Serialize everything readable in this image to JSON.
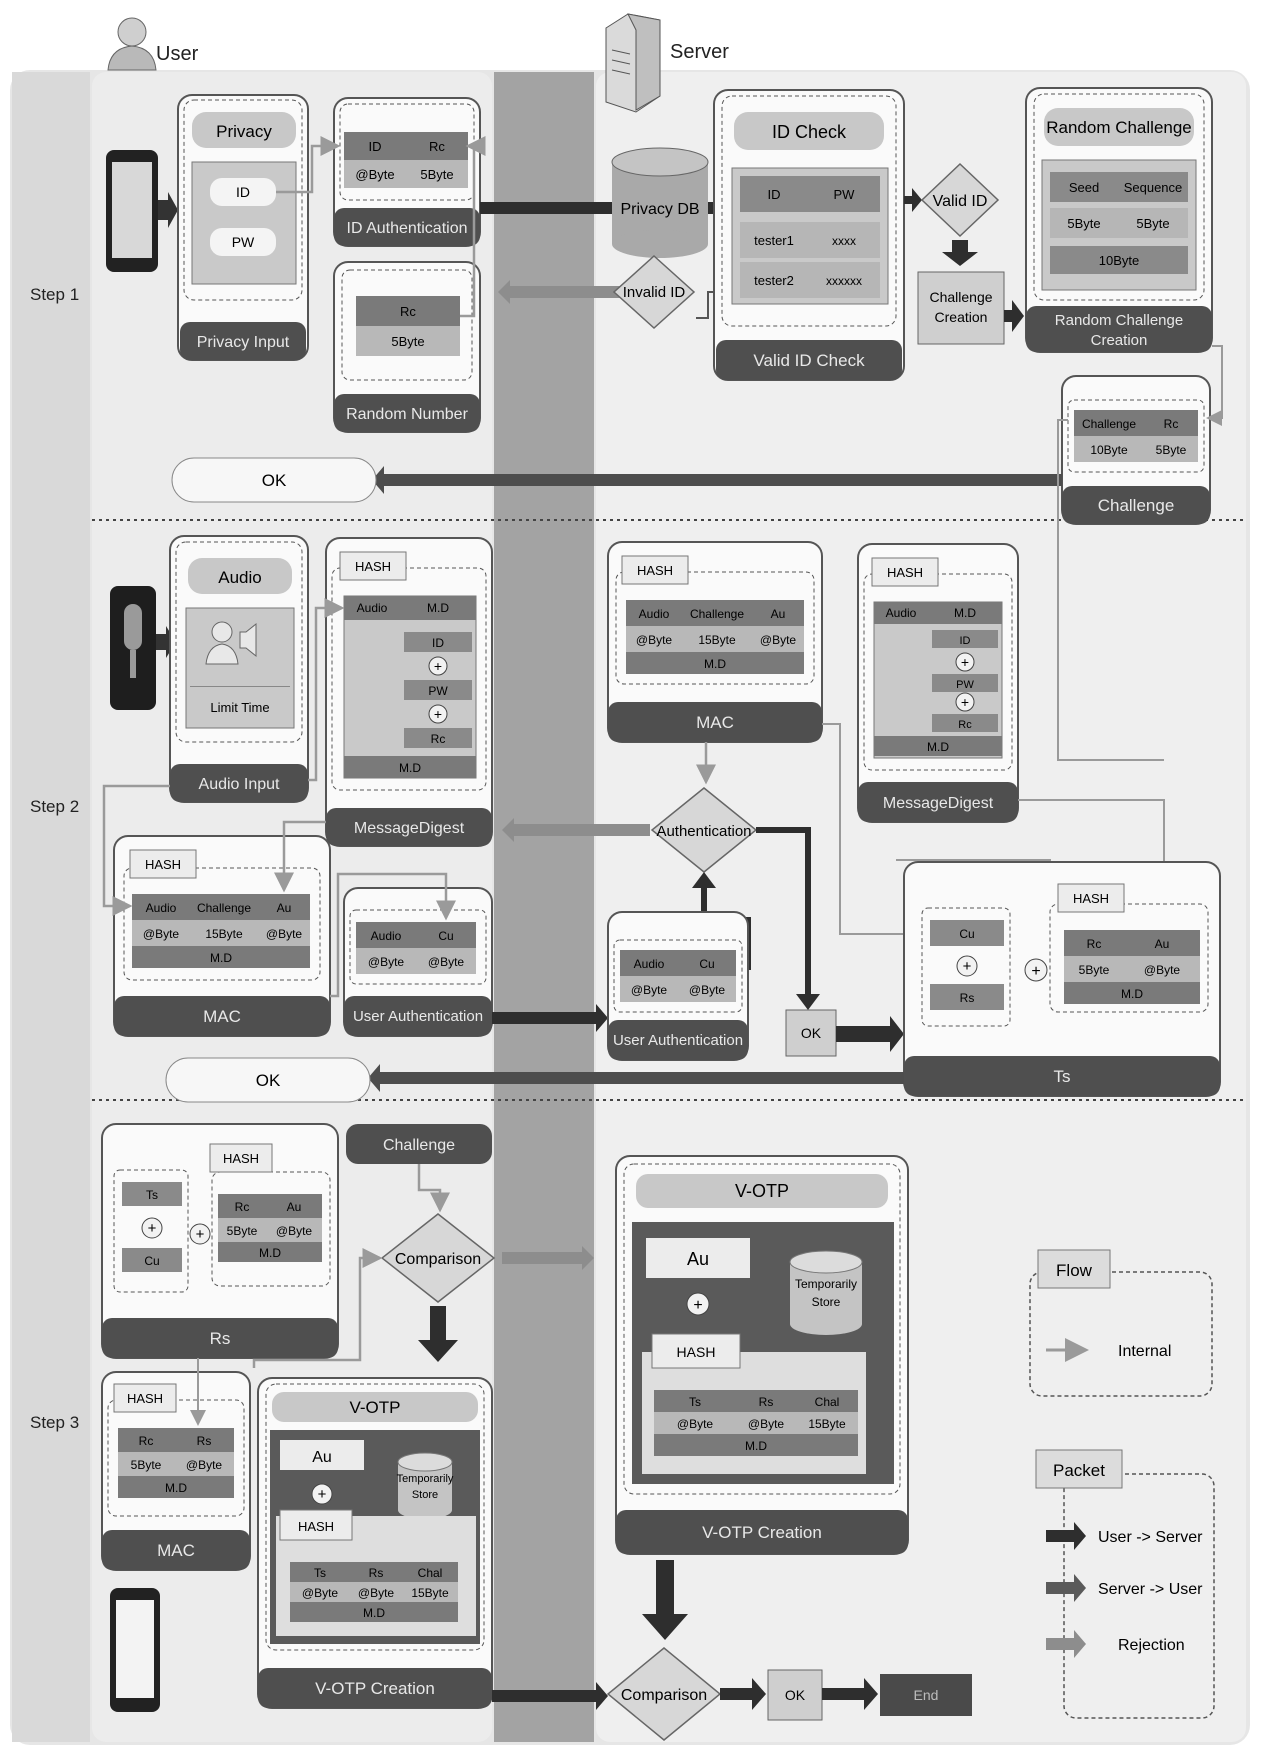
{
  "header": {
    "user": "User",
    "server": "Server"
  },
  "steps": {
    "s1": "Step 1",
    "s2": "Step 2",
    "s3": "Step 3"
  },
  "step1": {
    "privacy_title": "Privacy",
    "id": "ID",
    "pw": "PW",
    "privacy_input": "Privacy Input",
    "idauth_id": "ID",
    "idauth_rc": "Rc",
    "idauth_b1": "@Byte",
    "idauth_b2": "5Byte",
    "idauth_label": "ID Authentication",
    "rn_rc": "Rc",
    "rn_b": "5Byte",
    "rn_label": "Random Number",
    "privacy_db": "Privacy DB",
    "invalid_id": "Invalid ID",
    "idcheck_title": "ID Check",
    "idcheck_h_id": "ID",
    "idcheck_h_pw": "PW",
    "tester1": "tester1",
    "pw1": "xxxx",
    "tester2": "tester2",
    "pw2": "xxxxxx",
    "valid_id_check": "Valid ID Check",
    "valid_id": "Valid ID",
    "challenge_creation_1": "Challenge",
    "challenge_creation_2": "Creation",
    "rc_title": "Random Challenge",
    "rc_seed": "Seed",
    "rc_seq": "Sequence",
    "rc_b1": "5Byte",
    "rc_b2": "5Byte",
    "rc_total": "10Byte",
    "rc_creation_1": "Random Challenge",
    "rc_creation_2": "Creation",
    "ch_h1": "Challenge",
    "ch_h2": "Rc",
    "ch_b1": "10Byte",
    "ch_b2": "5Byte",
    "ch_label": "Challenge",
    "ok": "OK"
  },
  "step2": {
    "audio_title": "Audio",
    "limit_time": "Limit Time",
    "audio_input": "Audio Input",
    "hash": "HASH",
    "md_audio": "Audio",
    "md_md": "M.D",
    "md_id": "ID",
    "md_pw": "PW",
    "md_rc": "Rc",
    "md_bottom": "M.D",
    "md_label": "MessageDigest",
    "mac_audio": "Audio",
    "mac_challenge": "Challenge",
    "mac_au": "Au",
    "mac_b1": "@Byte",
    "mac_b2": "15Byte",
    "mac_b3": "@Byte",
    "mac_md": "M.D",
    "mac_label": "MAC",
    "ua_audio": "Audio",
    "ua_cu": "Cu",
    "ua_b1": "@Byte",
    "ua_b2": "@Byte",
    "ua_label": "User Authentication",
    "s_mac_label": "MAC",
    "authentication": "Authentication",
    "s_md_label": "MessageDigest",
    "s_md_pw": "PW",
    "s_md_rc": "Rc",
    "s_ua_label": "User Authentication",
    "ok": "OK",
    "ts_cu": "Cu",
    "ts_rs": "Rs",
    "ts_rc": "Rc",
    "ts_au": "Au",
    "ts_b1": "5Byte",
    "ts_b2": "@Byte",
    "ts_md": "M.D",
    "ts_label": "Ts",
    "ok_left": "OK"
  },
  "step3": {
    "rs_ts": "Ts",
    "rs_cu": "Cu",
    "rs_rc": "Rc",
    "rs_au": "Au",
    "rs_b1": "5Byte",
    "rs_b2": "@Byte",
    "rs_md": "M.D",
    "rs_label": "Rs",
    "challenge": "Challenge",
    "comparison": "Comparison",
    "mac_rc": "Rc",
    "mac_rs": "Rs",
    "mac_b1": "5Byte",
    "mac_b2": "@Byte",
    "mac_md": "M.D",
    "mac_label": "MAC",
    "votp_title": "V-OTP",
    "votp_au": "Au",
    "votp_store_1": "Temporarily",
    "votp_store_2": "Store",
    "votp_hash": "HASH",
    "votp_ts": "Ts",
    "votp_rs": "Rs",
    "votp_chal": "Chal",
    "votp_b1": "@Byte",
    "votp_b2": "@Byte",
    "votp_b3": "15Byte",
    "votp_md": "M.D",
    "votp_creation": "V-OTP Creation",
    "comparison2": "Comparison",
    "ok": "OK",
    "end": "End"
  },
  "legend": {
    "flow_title": "Flow",
    "internal": "Internal",
    "packet_title": "Packet",
    "user_server": "User -> Server",
    "server_user": "Server -> User",
    "rejection": "Rejection"
  },
  "colors": {
    "dark": "#4a4a4a",
    "mid": "#8a8a8a",
    "light": "#cfcfcf",
    "panel": "#e2e2e2",
    "column": "#9d9d9d"
  }
}
